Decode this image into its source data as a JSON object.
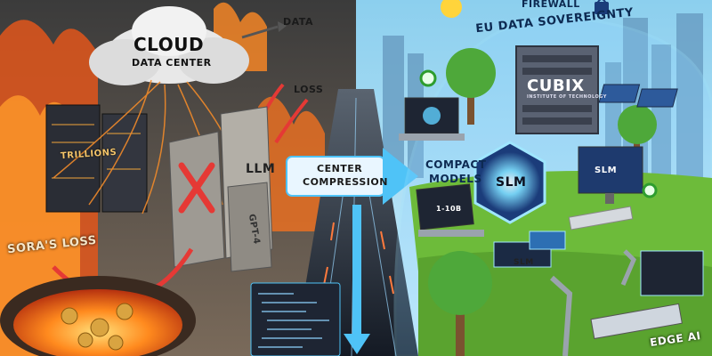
{
  "labels": {
    "cloud_title": "CLOUD",
    "cloud_subtitle": "DATA CENTER",
    "data": "DATA",
    "loss": "LOSS",
    "trillions": "TRILLIONS",
    "llm": "LLM",
    "gpt4": "GPT-4",
    "soras_loss": "SORA'S LOSS",
    "center": "CENTER",
    "compression": "COMPRESSION",
    "firewall": "FIREWALL",
    "eu_sovereignty": "EU DATA SOVEREIGNTY",
    "cubix": "CUBIX",
    "cubix_sub": "INSTITUTE OF TECHNOLOGY",
    "compact": "COMPACT",
    "models": "MODELS",
    "slm": "SLM",
    "slm_monitor": "SLM",
    "size_1_10b": "1-10B",
    "slm_chip": "SLM",
    "edge_ai": "EDGE AI"
  },
  "colors": {
    "fire": "#f06a1c",
    "smoke": "#4a4a4a",
    "road": "#222a36",
    "arrow": "#4fc3f7",
    "dome": "#8fd3ff",
    "grass": "#6dbb3a",
    "sky_right": "#9fd6f2",
    "cross": "#e53935"
  }
}
